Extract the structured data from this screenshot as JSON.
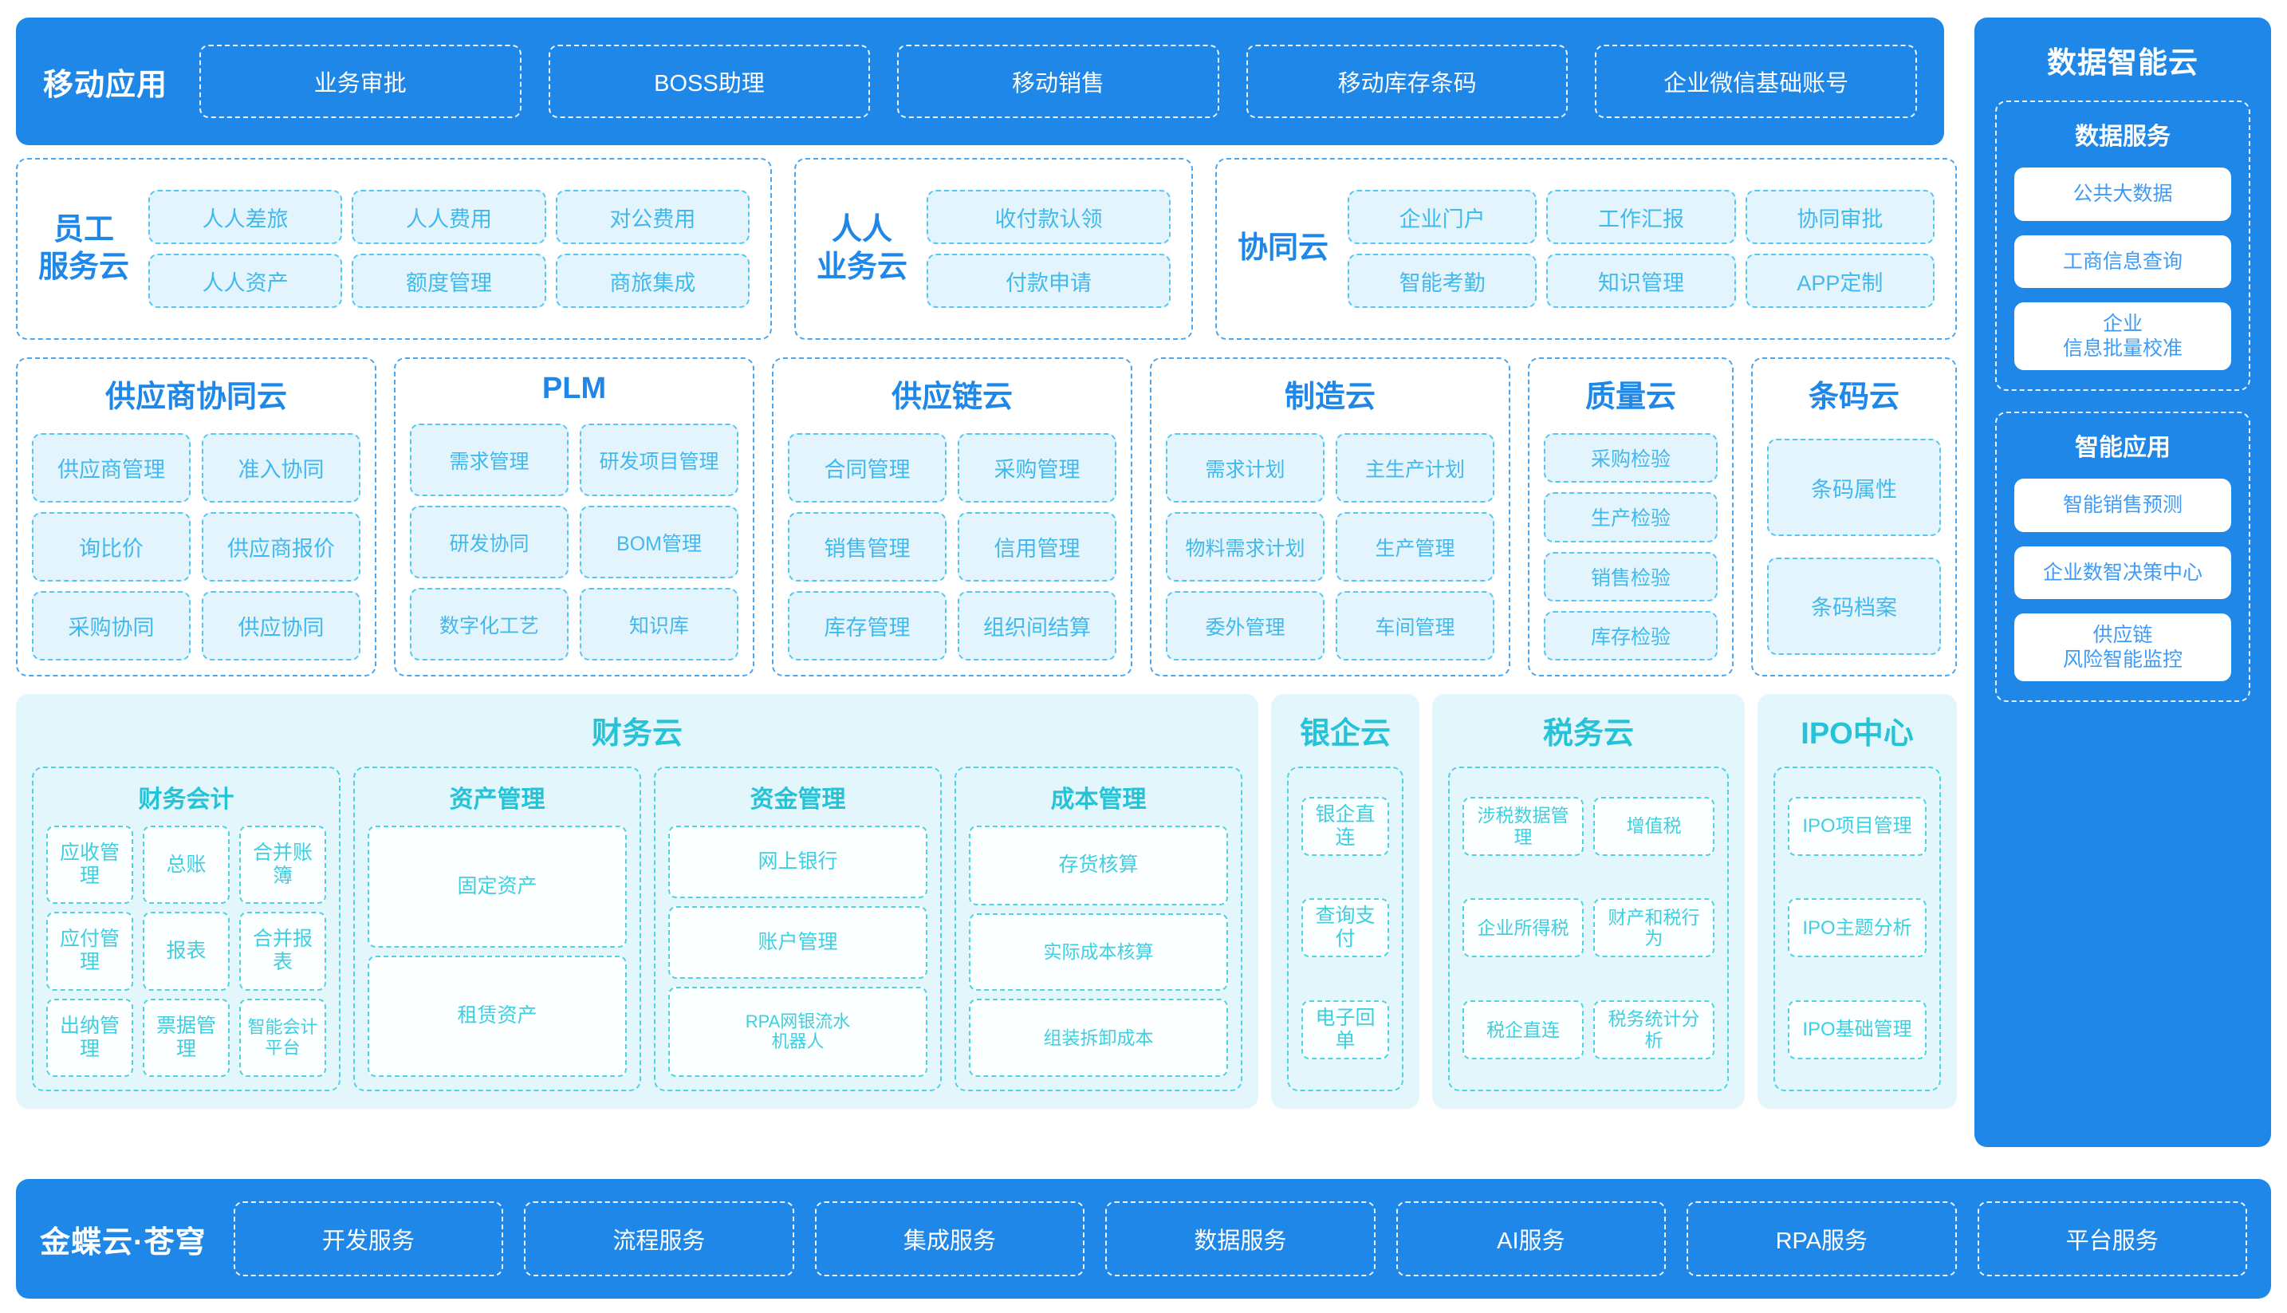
{
  "colors": {
    "primary_blue": "#1e87e8",
    "light_blue_chip_bg": "#e4f4fd",
    "light_blue_chip_border": "#54c6f2",
    "teal": "#25c3d8",
    "teal_panel_bg": "#e3f6fc",
    "white": "#ffffff"
  },
  "mobile_band": {
    "title": "移动应用",
    "items": [
      "业务审批",
      "BOSS助理",
      "移动销售",
      "移动库存条码",
      "企业微信基础账号"
    ]
  },
  "data_cloud": {
    "title": "数据智能云",
    "groups": [
      {
        "title": "数据服务",
        "items": [
          "公共大数据",
          "工商信息查询",
          "企业\n信息批量校准"
        ]
      },
      {
        "title": "智能应用",
        "items": [
          "智能销售预测",
          "企业数智决策中心",
          "供应链\n风险智能监控"
        ]
      }
    ]
  },
  "service_clouds": [
    {
      "name": "员工\n服务云",
      "items": [
        "人人差旅",
        "人人费用",
        "对公费用",
        "人人资产",
        "额度管理",
        "商旅集成"
      ]
    },
    {
      "name": "人人\n业务云",
      "items": [
        "收付款认领",
        "付款申请"
      ]
    },
    {
      "name": "协同云",
      "items": [
        "企业门户",
        "工作汇报",
        "协同审批",
        "智能考勤",
        "知识管理",
        "APP定制"
      ]
    }
  ],
  "domain_clouds": [
    {
      "title": "供应商协同云",
      "items": [
        "供应商管理",
        "准入协同",
        "询比价",
        "供应商报价",
        "采购协同",
        "供应协同"
      ]
    },
    {
      "title": "PLM",
      "items": [
        "需求管理",
        "研发项目管理",
        "研发协同",
        "BOM管理",
        "数字化工艺",
        "知识库"
      ]
    },
    {
      "title": "供应链云",
      "items": [
        "合同管理",
        "采购管理",
        "销售管理",
        "信用管理",
        "库存管理",
        "组织间结算"
      ]
    },
    {
      "title": "制造云",
      "items": [
        "需求计划",
        "主生产计划",
        "物料需求计划",
        "生产管理",
        "委外管理",
        "车间管理"
      ]
    },
    {
      "title": "质量云",
      "items": [
        "采购检验",
        "生产检验",
        "销售检验",
        "库存检验"
      ]
    },
    {
      "title": "条码云",
      "items": [
        "条码属性",
        "条码档案"
      ]
    }
  ],
  "finance": {
    "cloud_title": "财务云",
    "subs": [
      {
        "title": "财务会计",
        "items": [
          "应收管理",
          "总账",
          "合并账簿",
          "应付管理",
          "报表",
          "合并报表",
          "出纳管理",
          "票据管理",
          "智能会计平台"
        ]
      },
      {
        "title": "资产管理",
        "items": [
          "固定资产",
          "租赁资产"
        ]
      },
      {
        "title": "资金管理",
        "items": [
          "网上银行",
          "账户管理",
          "RPA网银流水\n机器人"
        ]
      },
      {
        "title": "成本管理",
        "items": [
          "存货核算",
          "实际成本核算",
          "组装拆卸成本"
        ]
      }
    ],
    "bank": {
      "title": "银企云",
      "items": [
        "银企直连",
        "查询支付",
        "电子回单"
      ]
    },
    "tax": {
      "title": "税务云",
      "items": [
        "涉税数据管理",
        "增值税",
        "企业所得税",
        "财产和税行为",
        "税企直连",
        "税务统计分析"
      ]
    },
    "ipo": {
      "title": "IPO中心",
      "items": [
        "IPO项目管理",
        "IPO主题分析",
        "IPO基础管理"
      ]
    }
  },
  "platform_band": {
    "title": "金蝶云·苍穹",
    "items": [
      "开发服务",
      "流程服务",
      "集成服务",
      "数据服务",
      "AI服务",
      "RPA服务",
      "平台服务"
    ]
  }
}
